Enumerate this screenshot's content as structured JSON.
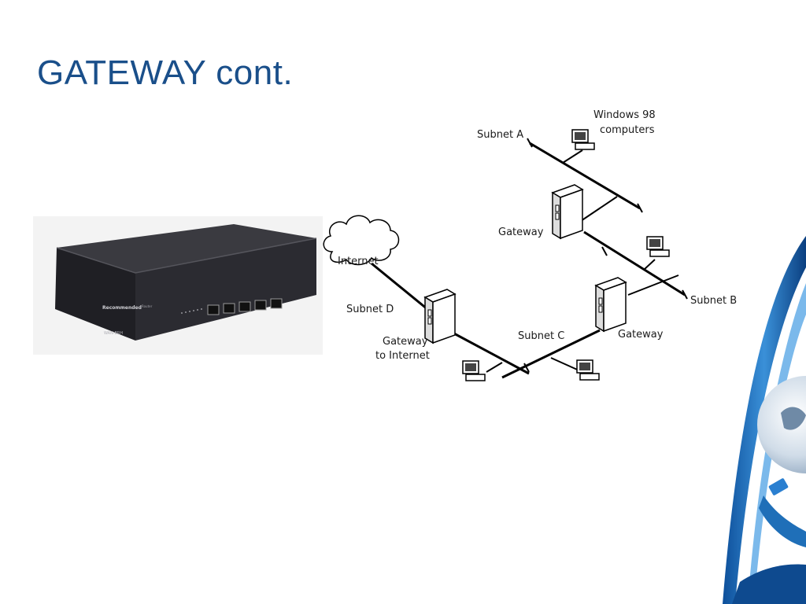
{
  "slide": {
    "title": "GATEWAY cont."
  },
  "photo": {
    "brand": "Recommended",
    "model": "Router",
    "sticker": "WAN-BRH"
  },
  "diagram": {
    "labels": {
      "windows98_line1": "Windows 98",
      "windows98_line2": "computers",
      "subnet_a": "Subnet A",
      "gateway_top": "Gateway",
      "internet": "Internet",
      "subnet_d": "Subnet D",
      "subnet_b": "Subnet B",
      "subnet_c": "Subnet C",
      "gateway_right": "Gateway",
      "gateway_internet_line1": "Gateway",
      "gateway_internet_line2": "to Internet"
    }
  },
  "colors": {
    "title": "#1a4f8a",
    "accent_blue": "#1f6fb8",
    "router_body": "#2a2a30"
  }
}
